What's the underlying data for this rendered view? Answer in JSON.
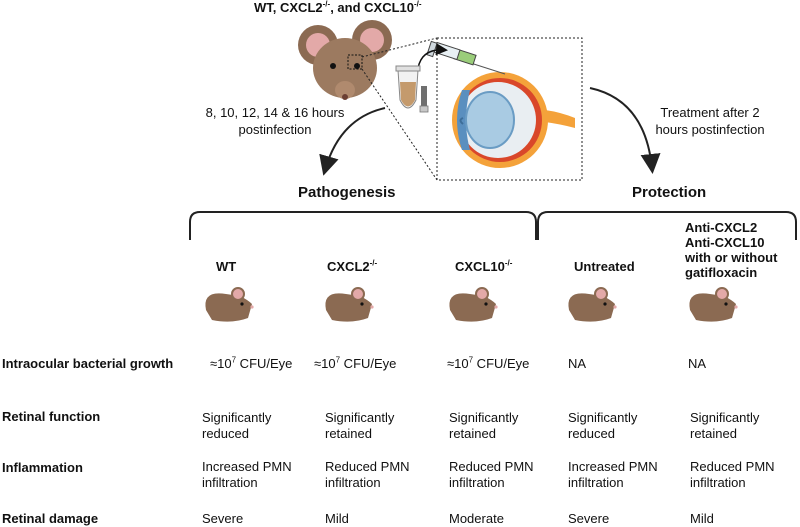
{
  "header": {
    "title_parts": [
      "WT, CXCL2",
      "-/-",
      ", and CXCL10",
      "-/-"
    ]
  },
  "left_note": [
    "8, 10, 12, 14 & 16 hours",
    "postinfection"
  ],
  "right_note": [
    "Treatment after 2",
    "hours postinfection"
  ],
  "sections": {
    "pathogenesis": "Pathogenesis",
    "protection": "Protection"
  },
  "columns": [
    {
      "label": "WT",
      "sup": ""
    },
    {
      "label": "CXCL2",
      "sup": "-/-"
    },
    {
      "label": "CXCL10",
      "sup": "-/-"
    },
    {
      "label": "Untreated",
      "sup": ""
    },
    {
      "label_lines": [
        "Anti-CXCL2",
        "Anti-CXCL10",
        "with or without",
        "gatifloxacin"
      ]
    }
  ],
  "rows": {
    "growth": {
      "label": "Intraocular bacterial growth",
      "approx": "≈10",
      "exp": "7",
      "unit": " CFU/Eye",
      "na": [
        "NA",
        "NA"
      ]
    },
    "function": {
      "label": "Retinal function",
      "cells": [
        [
          "Significantly",
          "reduced"
        ],
        [
          "Significantly",
          "retained"
        ],
        [
          "Significantly",
          "retained"
        ],
        [
          "Significantly",
          "reduced"
        ],
        [
          "Significantly",
          "retained"
        ]
      ]
    },
    "inflammation": {
      "label": "Inflammation",
      "cells": [
        [
          "Increased PMN",
          "infiltration"
        ],
        [
          "Reduced PMN",
          "infiltration"
        ],
        [
          "Reduced PMN",
          "infiltration"
        ],
        [
          "Increased PMN",
          "infiltration"
        ],
        [
          "Reduced PMN",
          "infiltration"
        ]
      ]
    },
    "damage": {
      "label": "Retinal damage",
      "cells": [
        "Severe",
        "Mild",
        "Moderate",
        "Severe",
        "Mild"
      ]
    }
  },
  "colors": {
    "mouse_fur": "#8b6a52",
    "mouse_ear_inner": "#e3a9a8",
    "eye_orange": "#f4a23a",
    "eye_blue": "#a9cbe3",
    "retina_red": "#d9472a"
  }
}
